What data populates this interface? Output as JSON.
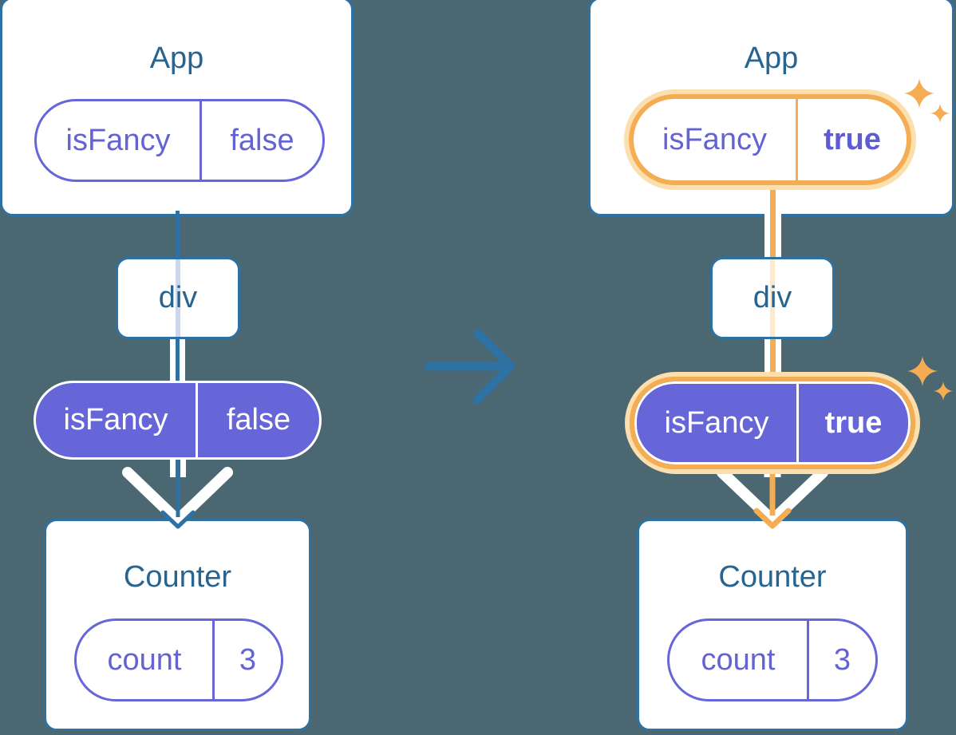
{
  "diagram_kind": "react-props-flow-before-after",
  "colors": {
    "background": "#4b6771",
    "card_fill": "#ffffff",
    "card_border_teal": "#2e72a3",
    "title_text": "#27648f",
    "purple": "#6766d9",
    "purple_text": "#6463d4",
    "purple_bold_text": "#5d5bd5",
    "orange": "#f4ad53",
    "orange_light": "#fbdfae",
    "trace_lavender": "#cdd6f0",
    "trace_orange": "#fbe8cd",
    "white": "#ffffff"
  },
  "middle_arrow": {
    "icon": "transition-arrow-icon",
    "direction": "right"
  },
  "trees": [
    {
      "side": "before",
      "app": {
        "title": "App",
        "prop_name": "isFancy",
        "prop_value": "false",
        "highlighted": false
      },
      "div_label": "div",
      "prop": {
        "name": "isFancy",
        "value": "false",
        "highlighted": false
      },
      "counter": {
        "title": "Counter",
        "state_name": "count",
        "state_value": "3"
      }
    },
    {
      "side": "after",
      "app": {
        "title": "App",
        "prop_name": "isFancy",
        "prop_value": "true",
        "highlighted": true
      },
      "div_label": "div",
      "prop": {
        "name": "isFancy",
        "value": "true",
        "highlighted": true
      },
      "counter": {
        "title": "Counter",
        "state_name": "count",
        "state_value": "3"
      }
    }
  ]
}
